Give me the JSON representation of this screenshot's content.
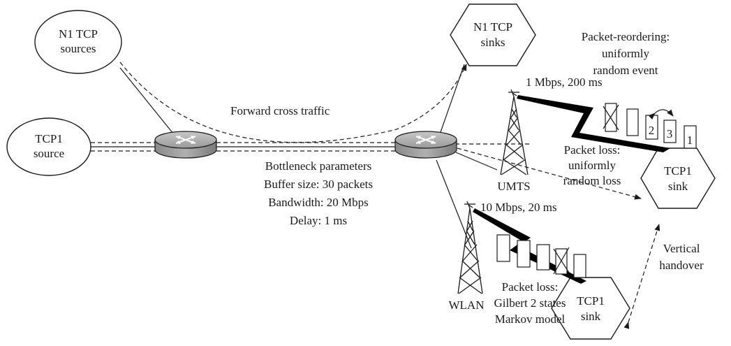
{
  "nodes": {
    "n1_sources": {
      "line1": "N1 TCP",
      "line2": "sources"
    },
    "n1_sinks": {
      "line1": "N1 TCP",
      "line2": "sinks"
    },
    "tcp1_source": {
      "line1": "TCP1",
      "line2": "source"
    },
    "tcp1_sink_umts": {
      "line1": "TCP1",
      "line2": "sink"
    },
    "tcp1_sink_wlan": {
      "line1": "TCP1",
      "line2": "sink"
    }
  },
  "labels": {
    "forward_cross_traffic": "Forward cross traffic",
    "bottleneck": {
      "title": "Bottleneck parameters",
      "buffer": "Buffer size: 30 packets",
      "bandwidth": "Bandwidth: 20 Mbps",
      "delay": "Delay: 1 ms"
    },
    "umts": {
      "name": "UMTS",
      "link": "1 Mbps, 200 ms",
      "loss_line1": "Packet loss:",
      "loss_line2": "uniformly",
      "loss_line3": "random loss"
    },
    "wlan": {
      "name": "WLAN",
      "link": "10 Mbps, 20 ms",
      "loss_line1": "Packet loss:",
      "loss_line2": "Gilbert 2 states",
      "loss_line3": "Markov model"
    },
    "reordering": {
      "line1": "Packet-reordering:",
      "line2": "uniformly",
      "line3": "random event"
    },
    "handover": {
      "line1": "Vertical",
      "line2": "handover"
    },
    "packets": {
      "p1": "1",
      "p2": "2",
      "p3": "3"
    }
  }
}
